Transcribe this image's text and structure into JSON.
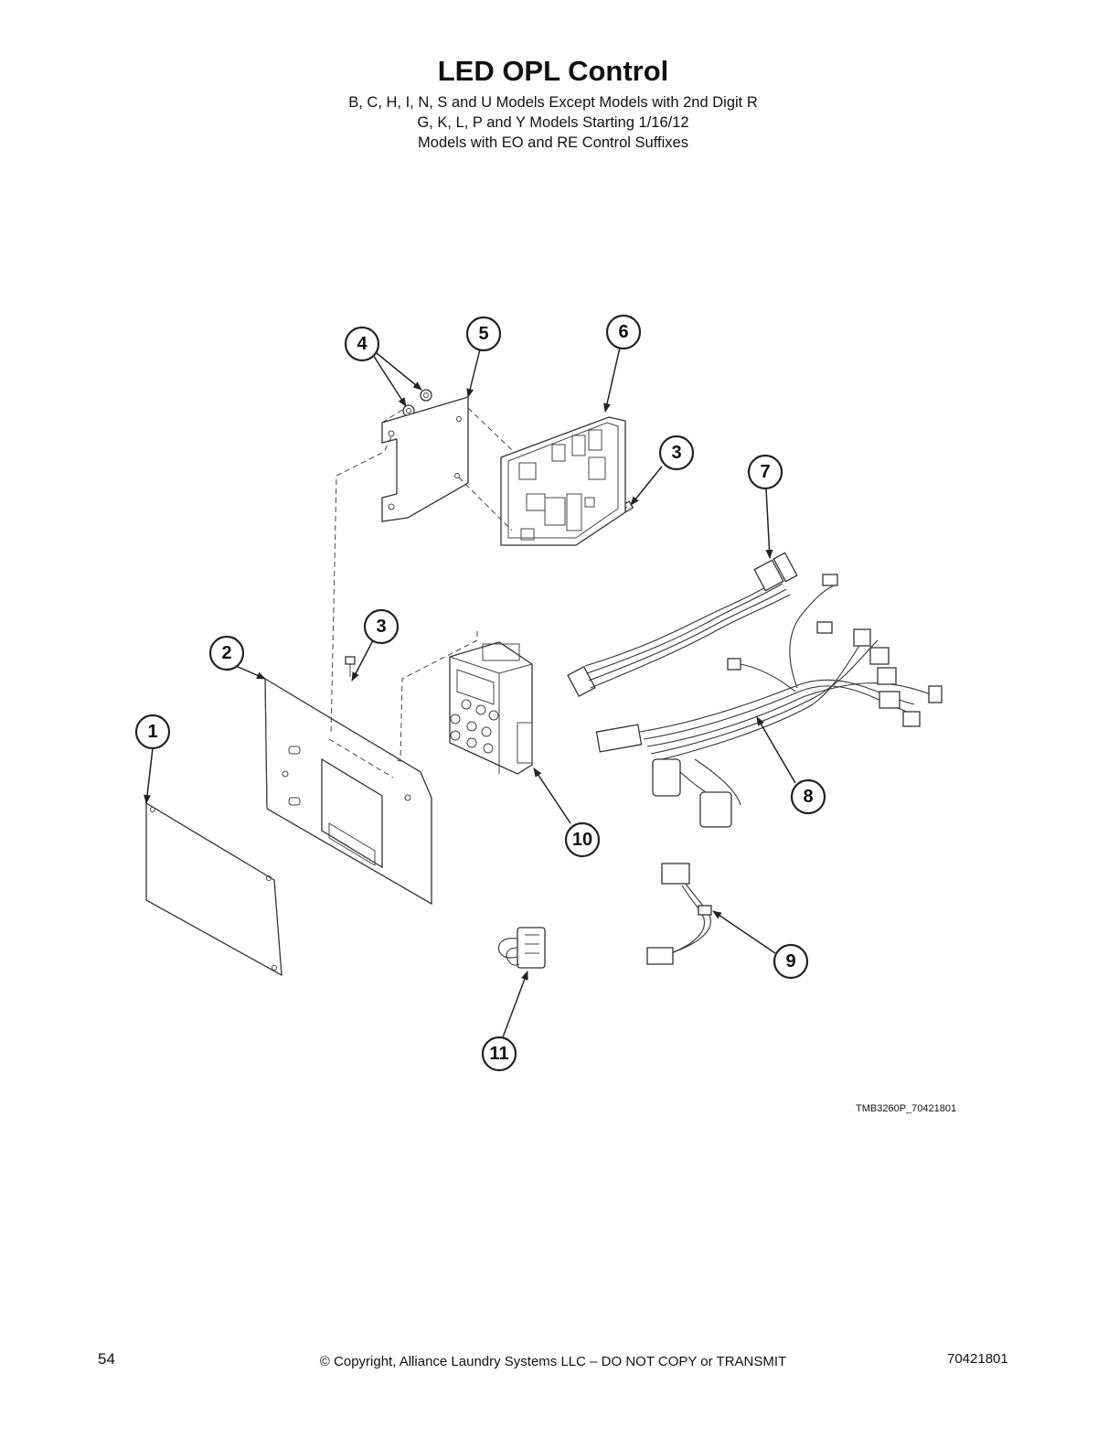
{
  "header": {
    "title": "LED OPL Control",
    "subtitle_lines": [
      "B, C, H, I, N, S and U Models Except Models with 2nd Digit R",
      "G, K, L, P and Y Models Starting 1/16/12",
      "Models with EO and RE Control Suffixes"
    ]
  },
  "diagram": {
    "callouts": [
      "1",
      "2",
      "3",
      "3",
      "4",
      "5",
      "6",
      "7",
      "8",
      "9",
      "10",
      "11"
    ],
    "drawing_code": "TMB3260P_70421801"
  },
  "footer": {
    "page_number": "54",
    "copyright": "© Copyright, Alliance Laundry Systems LLC – DO NOT COPY or TRANSMIT",
    "document_number": "70421801"
  }
}
